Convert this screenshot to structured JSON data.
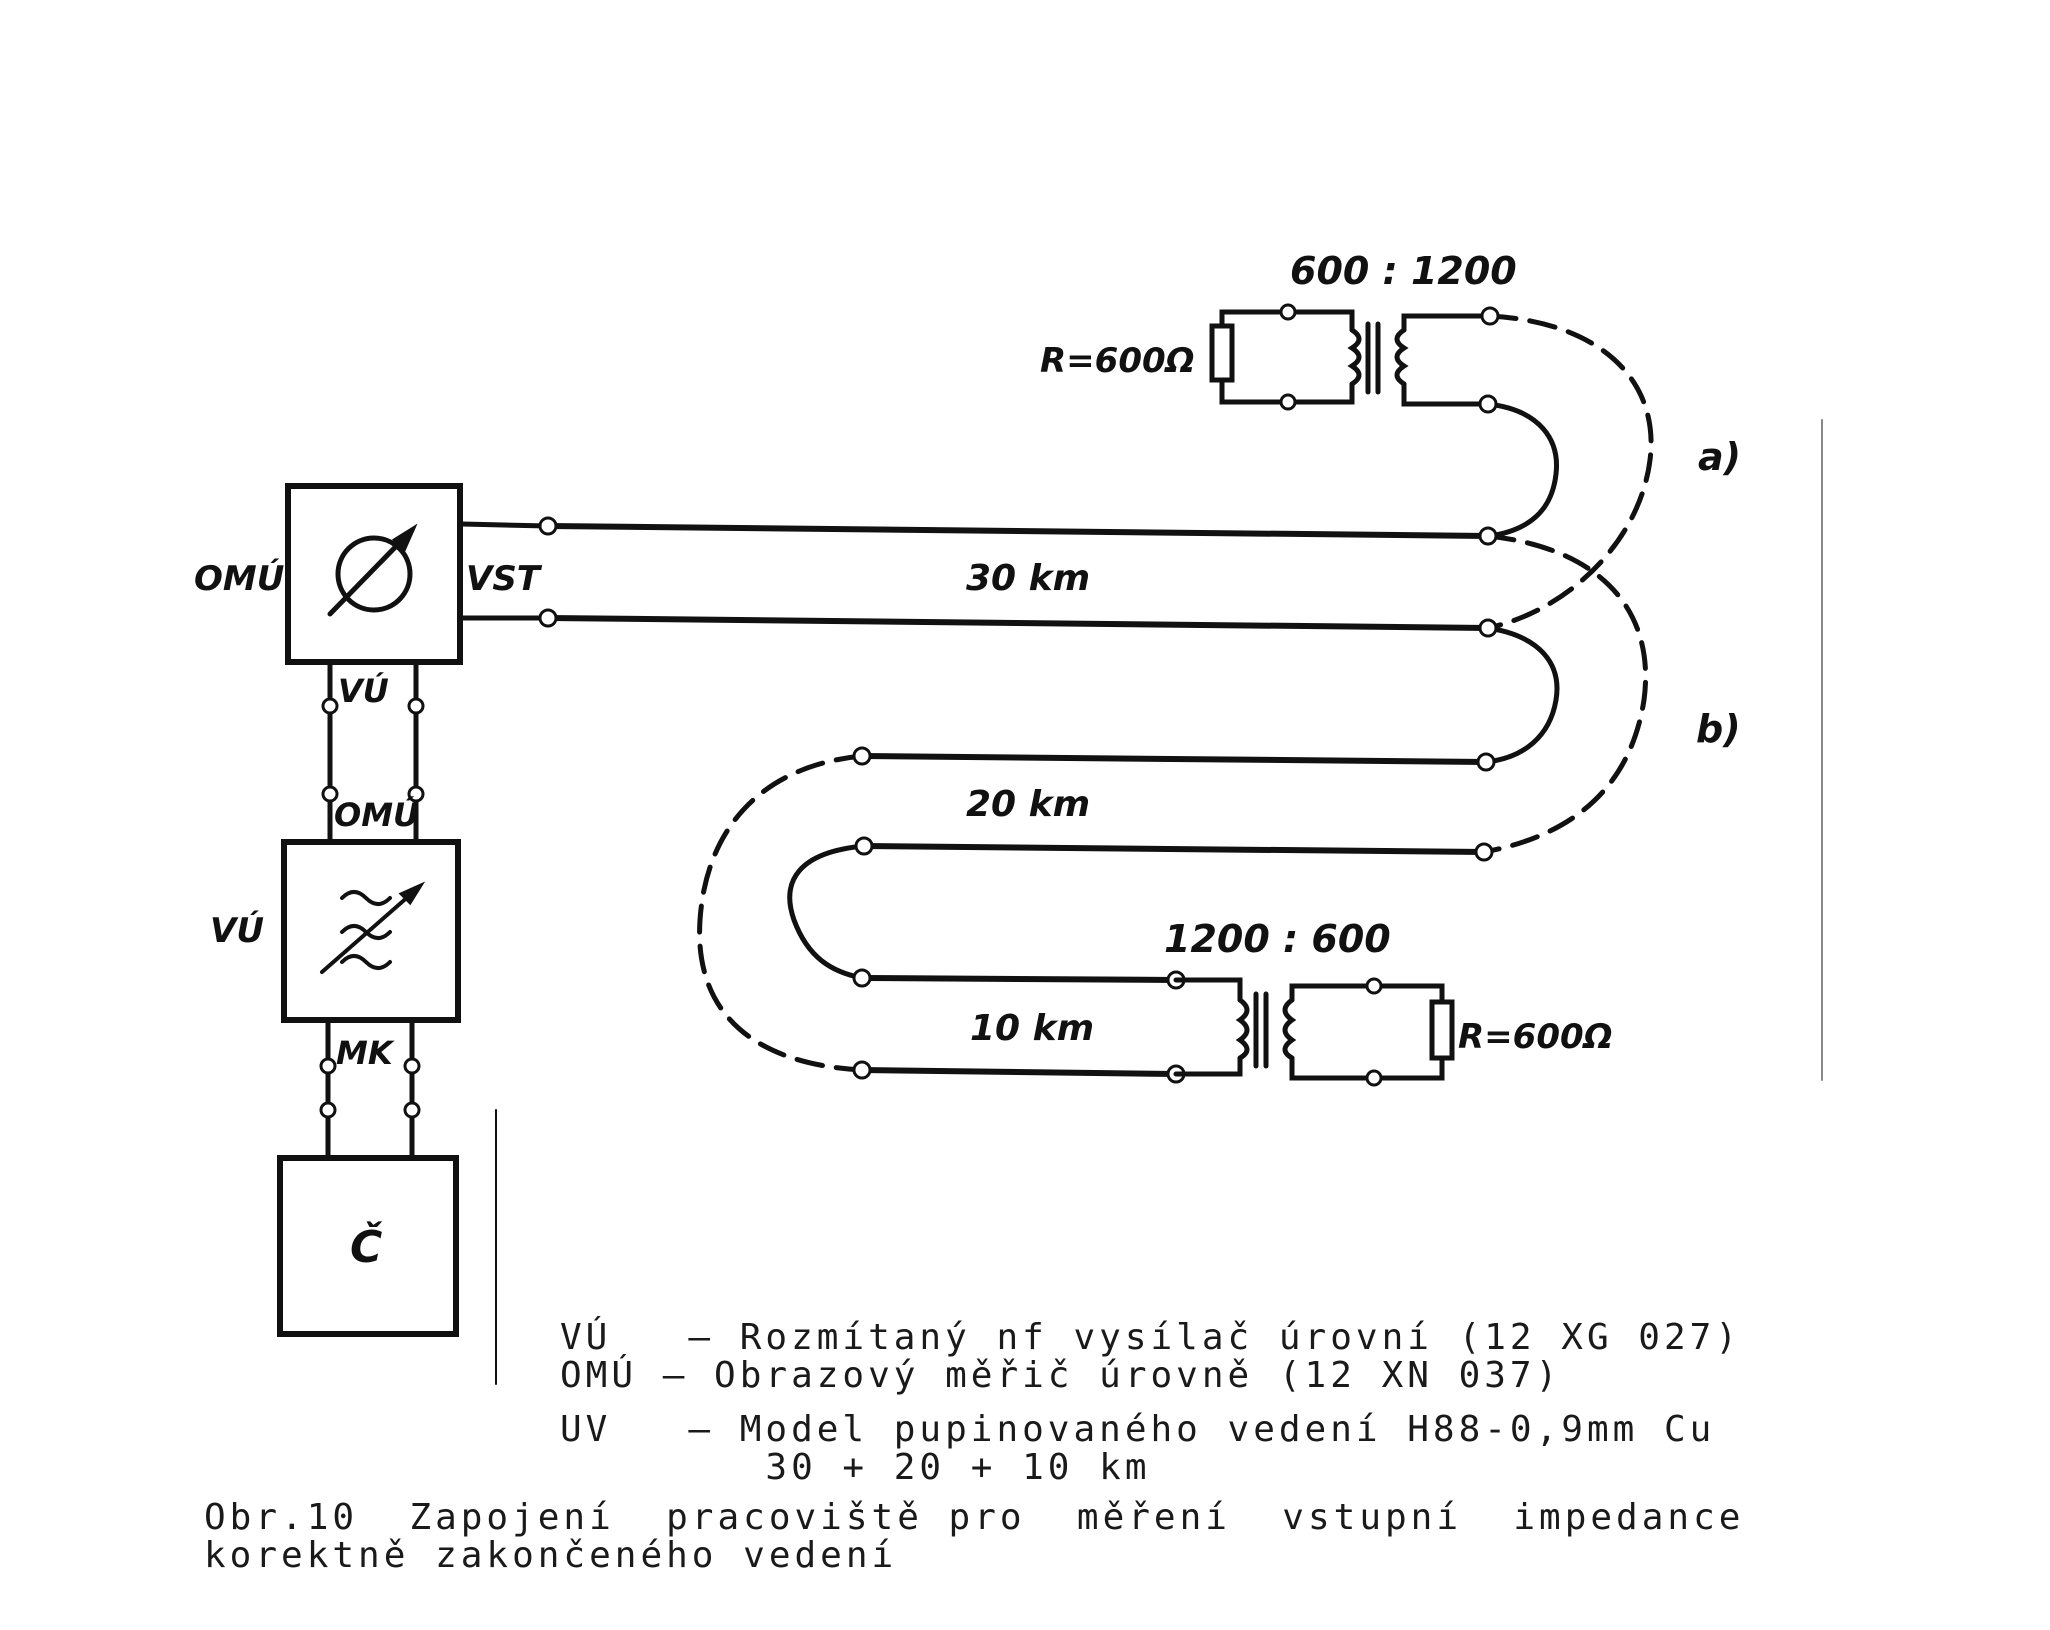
{
  "labels": {
    "omu_left": "OMÚ",
    "vst": "VST",
    "vu_top": "VÚ",
    "omu_mid": "OMÚ",
    "vu_left": "VÚ",
    "mk": "MK",
    "c_box": "Č",
    "ratio_top": "600 : 1200",
    "r_top": "R=600Ω",
    "a": "a)",
    "b": "b)",
    "km30": "30 km",
    "km20": "20 km",
    "km10": "10 km",
    "ratio_bottom": "1200 : 600",
    "r_bottom": "R=600Ω"
  },
  "legend": {
    "line1": "VÚ   — Rozmítaný nf vysílač úrovní (12 XG 027)",
    "line2": "OMÚ — Obrazový měřič úrovně (12 XN 037)",
    "line3": "UV   — Model pupinovaného vedení H88-0,9mm Cu",
    "line4": "        30 + 20 + 10 km"
  },
  "caption": {
    "line1": "Obr.10  Zapojení  pracoviště pro  měření  vstupní  impedance",
    "line2": "korektně zakončeného vedení"
  },
  "colors": {
    "ink": "#111111",
    "paper": "#ffffff"
  }
}
